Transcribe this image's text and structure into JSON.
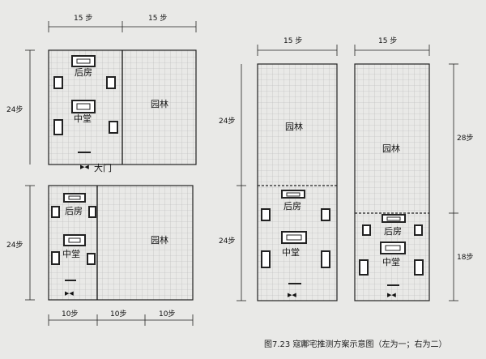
{
  "caption": "图7.23  寇鄘宅推测方案示意图（左为一；右为二）",
  "labels": {
    "rear_house": "后房",
    "middle_hall": "中堂",
    "garden": "园林",
    "gate": "大门"
  },
  "dims": {
    "w15": "15 步",
    "d24": "24步",
    "d28": "28步",
    "d18": "18步",
    "d10": "10步"
  },
  "colors": {
    "paper": "#ececea",
    "grid": "#b9b9b9",
    "line": "#222222"
  }
}
